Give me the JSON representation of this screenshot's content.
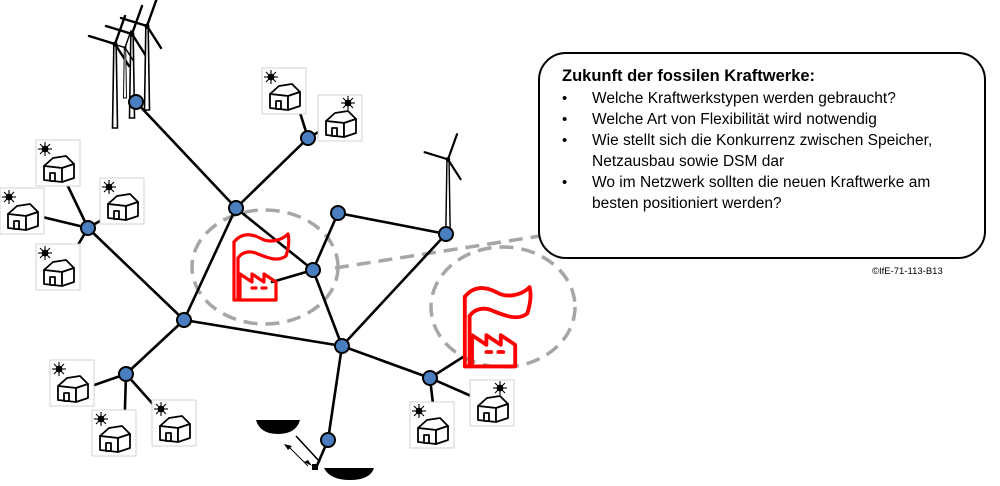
{
  "callout": {
    "title": "Zukunft der fossilen Kraftwerke:",
    "items": [
      "Welche Kraftwerkstypen werden gebraucht?",
      "Welche Art von Flexibilität wird notwendig",
      "Wie stellt sich die Konkurrenz zwischen Speicher, Netzausbau sowie DSM dar",
      "Wo im Netzwerk sollten die neuen Kraftwerke am besten positioniert werden?"
    ]
  },
  "credit": "©IfE-71-113-B13",
  "colors": {
    "node_fill": "#4a7ec0",
    "line": "#000000",
    "factory": "#ff0000",
    "dashed_ellipse": "#a6a6a6"
  },
  "icons": [
    "house-icon",
    "sun-icon",
    "wind-turbine-icon",
    "factory-icon",
    "pumped-storage-icon"
  ]
}
